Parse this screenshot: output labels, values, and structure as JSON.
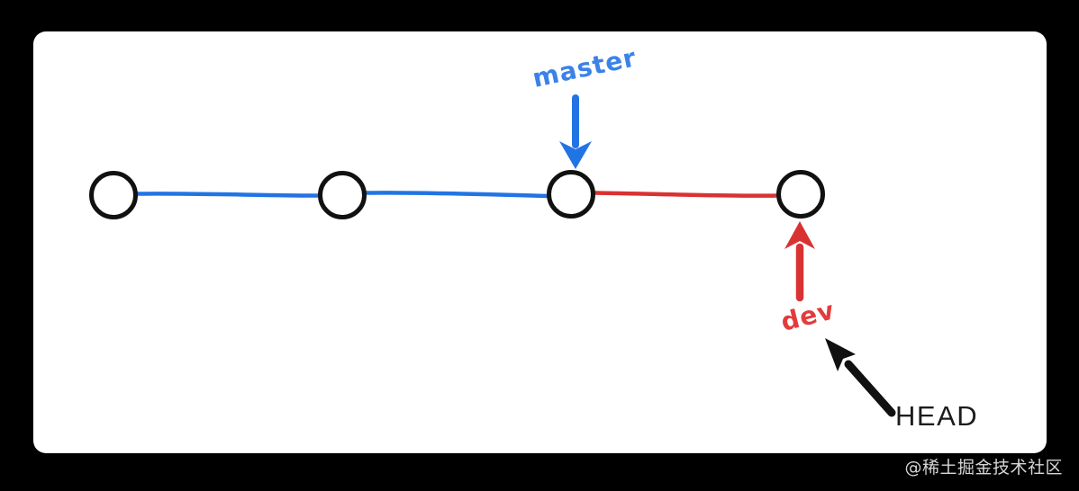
{
  "page": {
    "background": "#000000"
  },
  "card": {
    "background": "#ffffff"
  },
  "watermark": {
    "text": "@稀土掘金技术社区",
    "color": "#d5d5d5"
  },
  "diagram": {
    "labels": {
      "master": "master",
      "dev": "dev",
      "head": "HEAD"
    },
    "colors": {
      "master": "#2274e4",
      "master_text": "#3b82e8",
      "dev": "#d93232",
      "dev_text": "#e23c3c",
      "ink": "#111111",
      "head_text": "#1c1c1c",
      "node_fill": "#ffffff"
    },
    "commits": [
      {
        "id": 1,
        "branch": "master"
      },
      {
        "id": 2,
        "branch": "master"
      },
      {
        "id": 3,
        "branch": "master",
        "ref": "master"
      },
      {
        "id": 4,
        "branch": "dev",
        "ref": "dev",
        "head": true
      }
    ],
    "edges": [
      {
        "from": 1,
        "to": 2,
        "branch": "master"
      },
      {
        "from": 2,
        "to": 3,
        "branch": "master"
      },
      {
        "from": 3,
        "to": 4,
        "branch": "dev"
      }
    ]
  }
}
